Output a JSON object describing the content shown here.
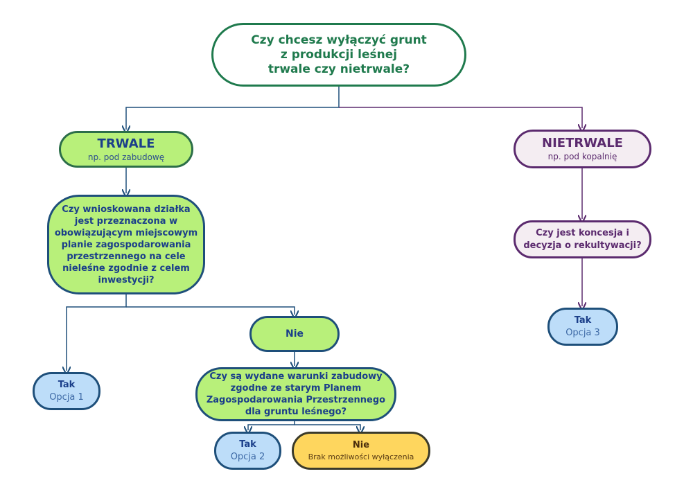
{
  "root": {
    "lines": [
      "Czy chcesz wyłączyć grunt",
      "z produkcji leśnej",
      "trwale czy nietrwale?"
    ]
  },
  "trwale": {
    "title": "TRWALE",
    "subtitle": "np. pod zabudowę"
  },
  "nietrwale": {
    "title": "NIETRWALE",
    "subtitle": "np. pod kopalnię"
  },
  "question_mpzp": {
    "lines": [
      "Czy wnioskowana działka",
      "jest przeznaczona w",
      "obowiązującym miejscowym",
      "planie zagospodarowania",
      "przestrzennego na cele",
      "nieleśne zgodnie z celem",
      "inwestycji?"
    ]
  },
  "question_koncesja": {
    "lines": [
      "Czy jest koncesja i",
      "decyzja o rekultywacji?"
    ]
  },
  "tak_opcja1": {
    "title": "Tak",
    "subtitle": "Opcja 1"
  },
  "nie_mpzp": {
    "label": "Nie"
  },
  "question_warunki": {
    "lines": [
      "Czy są wydane warunki zabudowy",
      "zgodne ze starym Planem",
      "Zagospodarowania Przestrzennego",
      "dla gruntu leśnego?"
    ]
  },
  "tak_opcja2": {
    "title": "Tak",
    "subtitle": "Opcja 2"
  },
  "nie_brak": {
    "title": "Nie",
    "subtitle": "Brak możliwości wyłączenia"
  },
  "tak_opcja3": {
    "title": "Tak",
    "subtitle": "Opcja 3"
  },
  "colors": {
    "green_fill": "#b8f07a",
    "purple_border": "#5b2a6e",
    "blue_fill": "#bdddf9",
    "yellow_fill": "#fed65e",
    "navy_text": "#1b3f8a",
    "root_green": "#1f7a4d"
  }
}
